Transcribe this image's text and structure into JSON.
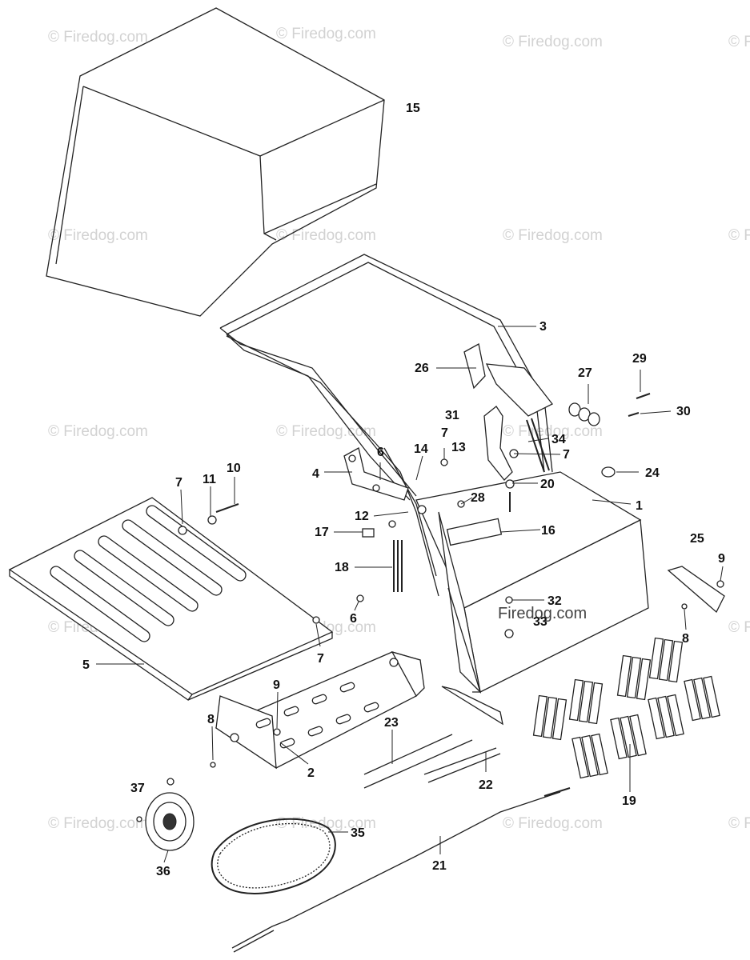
{
  "watermark": {
    "text": "© Firedog.com"
  },
  "center_watermark": "Firedog.com",
  "callouts": [
    {
      "id": "c15",
      "text": "15"
    },
    {
      "id": "c3",
      "text": "3"
    },
    {
      "id": "c26",
      "text": "26"
    },
    {
      "id": "c27",
      "text": "27"
    },
    {
      "id": "c29",
      "text": "29"
    },
    {
      "id": "c30",
      "text": "30"
    },
    {
      "id": "c31",
      "text": "31"
    },
    {
      "id": "c7a",
      "text": "7"
    },
    {
      "id": "c34",
      "text": "34"
    },
    {
      "id": "c7b",
      "text": "7"
    },
    {
      "id": "c6a",
      "text": "6"
    },
    {
      "id": "c14",
      "text": "14"
    },
    {
      "id": "c13",
      "text": "13"
    },
    {
      "id": "c4",
      "text": "4"
    },
    {
      "id": "c24",
      "text": "24"
    },
    {
      "id": "c20",
      "text": "20"
    },
    {
      "id": "c28",
      "text": "28"
    },
    {
      "id": "c1",
      "text": "1"
    },
    {
      "id": "c7c",
      "text": "7"
    },
    {
      "id": "c11",
      "text": "11"
    },
    {
      "id": "c10",
      "text": "10"
    },
    {
      "id": "c12",
      "text": "12"
    },
    {
      "id": "c16",
      "text": "16"
    },
    {
      "id": "c17",
      "text": "17"
    },
    {
      "id": "c25",
      "text": "25"
    },
    {
      "id": "c18",
      "text": "18"
    },
    {
      "id": "c9a",
      "text": "9"
    },
    {
      "id": "c32",
      "text": "32"
    },
    {
      "id": "c33",
      "text": "33"
    },
    {
      "id": "c8a",
      "text": "8"
    },
    {
      "id": "c6b",
      "text": "6"
    },
    {
      "id": "c5",
      "text": "5"
    },
    {
      "id": "c7d",
      "text": "7"
    },
    {
      "id": "c9b",
      "text": "9"
    },
    {
      "id": "c8b",
      "text": "8"
    },
    {
      "id": "c23",
      "text": "23"
    },
    {
      "id": "c2",
      "text": "2"
    },
    {
      "id": "c22",
      "text": "22"
    },
    {
      "id": "c19",
      "text": "19"
    },
    {
      "id": "c37",
      "text": "37"
    },
    {
      "id": "c35",
      "text": "35"
    },
    {
      "id": "c36",
      "text": "36"
    },
    {
      "id": "c21",
      "text": "21"
    }
  ]
}
